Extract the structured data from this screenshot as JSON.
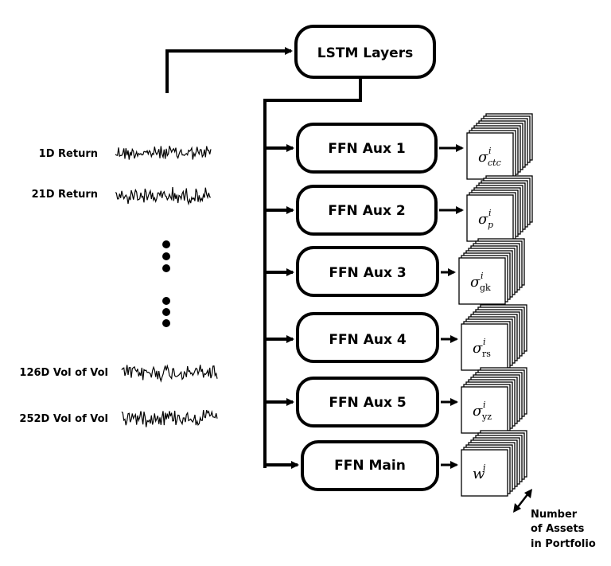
{
  "inputs": {
    "items": [
      {
        "label": "1D Return"
      },
      {
        "label": "21D Return"
      },
      {
        "label": "126D Vol of Vol"
      },
      {
        "label": "252D Vol of Vol"
      }
    ]
  },
  "lstm": {
    "label": "LSTM Layers"
  },
  "heads": [
    {
      "label": "FFN Aux 1",
      "symbol": "σ",
      "superscript": "i",
      "subscript": "ctc",
      "subscript_italic": true
    },
    {
      "label": "FFN Aux 2",
      "symbol": "σ",
      "superscript": "i",
      "subscript": "p",
      "subscript_italic": true
    },
    {
      "label": "FFN Aux 3",
      "symbol": "σ",
      "superscript": "i",
      "subscript": "gk",
      "subscript_italic": false
    },
    {
      "label": "FFN Aux 4",
      "symbol": "σ",
      "superscript": "i",
      "subscript": "rs",
      "subscript_italic": false
    },
    {
      "label": "FFN Aux 5",
      "symbol": "σ",
      "superscript": "i",
      "subscript": "yz",
      "subscript_italic": false
    },
    {
      "label": "FFN Main",
      "symbol": "w",
      "superscript": "i",
      "subscript": "",
      "subscript_italic": false
    }
  ],
  "assets_note": {
    "line1": "Number",
    "line2": "of Assets",
    "line3": "in Portfolio"
  },
  "colors": {
    "stroke": "#000000",
    "fill": "#ffffff"
  }
}
